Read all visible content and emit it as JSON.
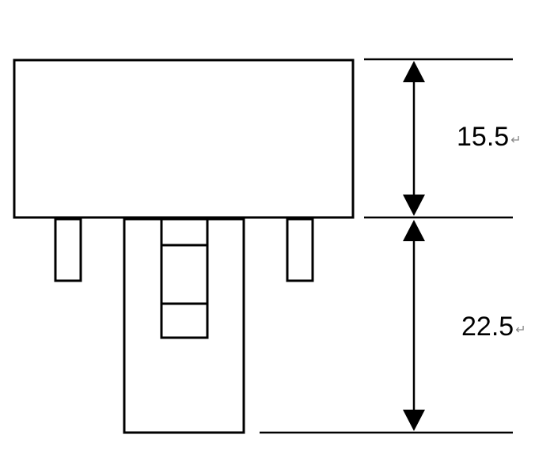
{
  "dimensions": [
    {
      "id": "upper",
      "label": "15.5"
    },
    {
      "id": "lower",
      "label": "22.5"
    }
  ],
  "return_mark": "↵",
  "colors": {
    "stroke": "#000000",
    "background": "#ffffff",
    "return_mark": "#888888"
  }
}
